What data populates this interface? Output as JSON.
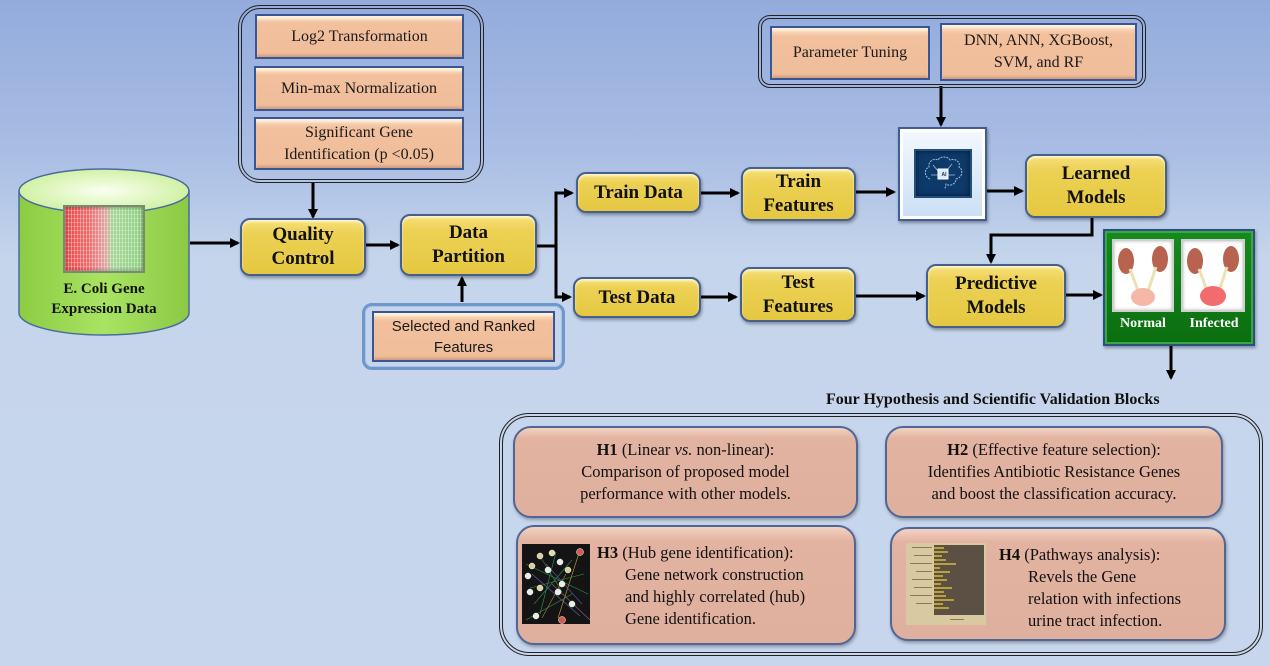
{
  "diagram": {
    "data_source": {
      "label_line1": "E. Coli Gene",
      "label_line2": "Expression Data",
      "image": "heatmap-thumbnail"
    },
    "preprocessing": {
      "steps": [
        "Log2 Transformation",
        "Min-max Normalization",
        "Significant Gene Identification (p <0.05)"
      ]
    },
    "quality_control": {
      "line1": "Quality",
      "line2": "Control"
    },
    "data_partition": {
      "line1": "Data",
      "line2": "Partition"
    },
    "feature_selection": {
      "line1": "Selected and Ranked",
      "line2": "Features"
    },
    "train_data": "Train Data",
    "test_data": "Test Data",
    "train_features": {
      "line1": "Train",
      "line2": "Features"
    },
    "test_features": {
      "line1": "Test",
      "line2": "Features"
    },
    "model_config": {
      "parameter_tuning": "Parameter Tuning",
      "models_line1": "DNN, ANN, XGBoost,",
      "models_line2": "SVM, and RF"
    },
    "ai_block": {
      "icon": "ai-brain-icon",
      "chip_label": "AI"
    },
    "learned_models": {
      "line1": "Learned",
      "line2": "Models"
    },
    "predictive_models": {
      "line1": "Predictive",
      "line2": "Models"
    },
    "outcomes": {
      "normal": "Normal",
      "infected": "Infected"
    },
    "validation": {
      "title": "Four Hypothesis and Scientific Validation Blocks",
      "h1": {
        "id": "H1",
        "heading_a": " (Linear ",
        "heading_vs": "vs.",
        "heading_b": " non-linear):",
        "line2": "Comparison of proposed model",
        "line3": "performance with other models."
      },
      "h2": {
        "id": "H2",
        "heading": " (Effective feature selection):",
        "line2": "Identifies Antibiotic Resistance Genes",
        "line3": "and boost the classification accuracy."
      },
      "h3": {
        "id": "H3",
        "heading": " (Hub gene identification):",
        "line2": "Gene network construction",
        "line3": "and highly correlated (hub)",
        "line4": "Gene identification."
      },
      "h4": {
        "id": "H4",
        "heading": " (Pathways analysis):",
        "line2": "Revels the Gene",
        "line3": "relation with infections",
        "line4": "urine tract infection."
      }
    },
    "colors": {
      "process_box": "#e9cb48",
      "input_box": "#f0bf9c",
      "hypothesis_box": "#deb09d",
      "outcome_panel": "#0f7a14",
      "database": "#9edb55"
    }
  }
}
